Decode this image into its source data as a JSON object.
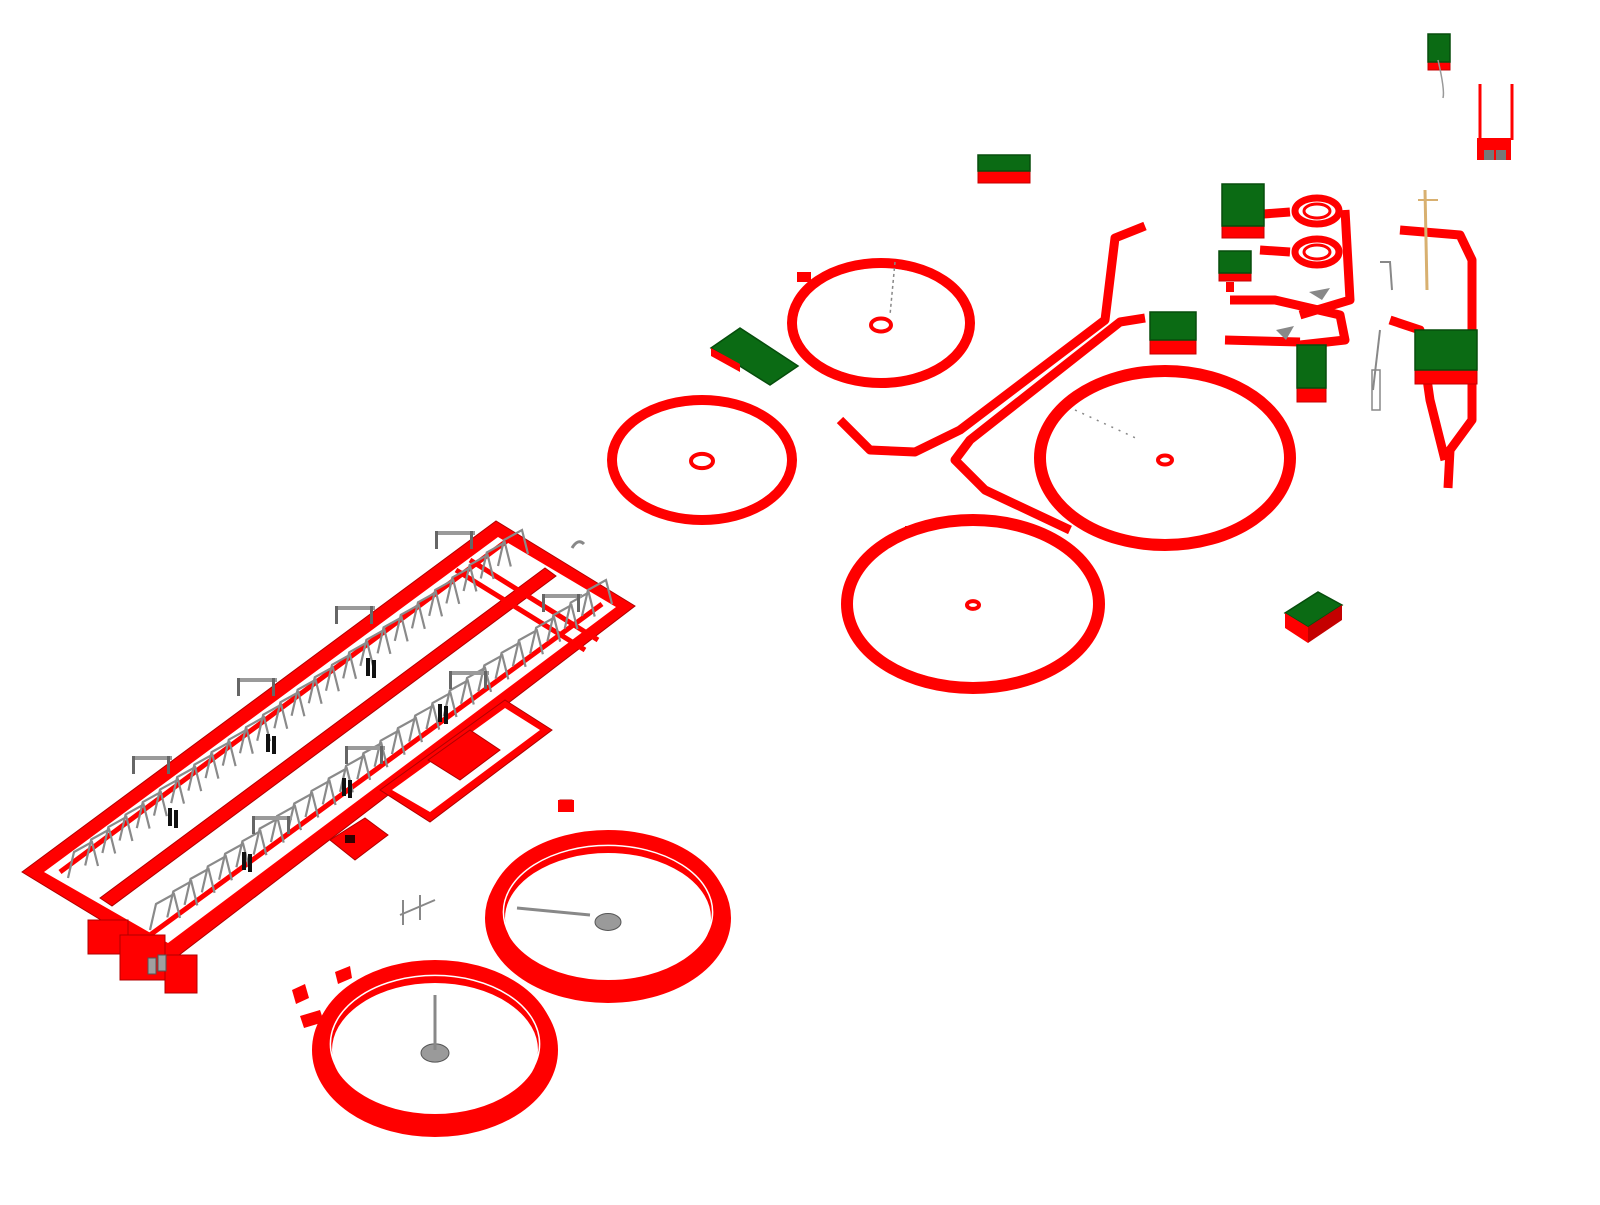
{
  "colors": {
    "structure": "#ff0000",
    "structure_dark": "#c40000",
    "roof": "#0b6b14",
    "roof_dark": "#064d0c",
    "equipment": "#9a9a9a",
    "equipment_dark": "#555555",
    "background": "#ffffff"
  },
  "components": {
    "aeration_basins": "rectangular-basin-pair",
    "clarifiers_small": 3,
    "clarifiers_large": 2,
    "clarifiers_south": 2,
    "green_roof_buildings": 9
  }
}
